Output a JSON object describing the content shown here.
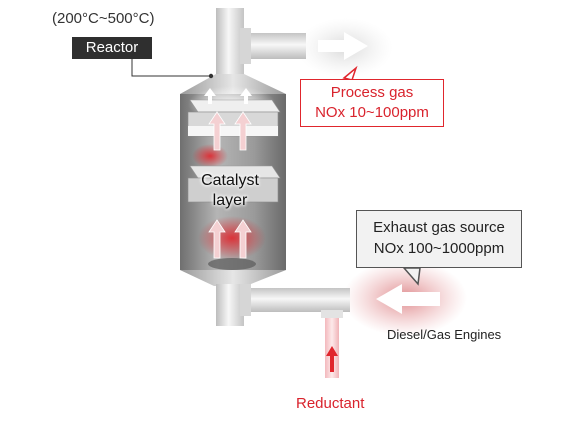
{
  "labels": {
    "temperature": "(200°C~500°C)",
    "reactor": "Reactor",
    "process_gas_title": "Process gas",
    "process_gas_nox": "NOx 10~100ppm",
    "exhaust_title": "Exhaust gas source",
    "exhaust_nox": "NOx 100~1000ppm",
    "catalyst_line1": "Catalyst",
    "catalyst_line2": "layer",
    "engines": "Diesel/Gas Engines",
    "reductant": "Reductant"
  },
  "colors": {
    "accent_red": "#d9232d",
    "reactor_tag_bg": "#2f2f2f",
    "vessel_gray": "#8c8c8c",
    "pipe_light": "#e8e8e8"
  },
  "icons": [
    "flow-arrow-icon",
    "flow-arrow-icon",
    "exhaust-arrow-icon",
    "reductant-arrow-icon"
  ]
}
